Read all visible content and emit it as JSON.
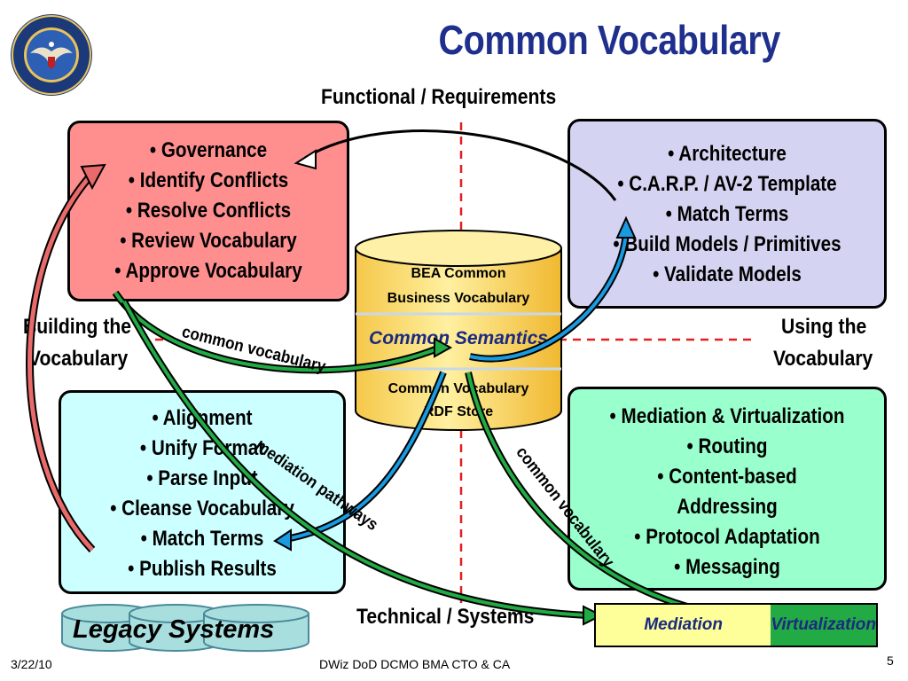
{
  "slide": {
    "title": "Common Vocabulary",
    "seal_alt": "Department of Defense seal",
    "axis": {
      "top": "Functional / Requirements",
      "bottom": "Technical / Systems",
      "left_line1": "Building the",
      "left_line2": "Vocabulary",
      "right_line1": "Using the",
      "right_line2": "Vocabulary"
    },
    "top_left": [
      "Governance",
      "Identify Conflicts",
      "Resolve Conflicts",
      "Review Vocabulary",
      "Approve Vocabulary"
    ],
    "top_right": [
      "Architecture",
      "C.A.R.P. / AV-2 Template",
      "Match Terms",
      "Build Models / Primitives",
      "Validate Models"
    ],
    "bottom_left": [
      "Alignment",
      "Unify Format",
      "Parse Input",
      "Cleanse Vocabulary",
      "Match Terms",
      "Publish Results"
    ],
    "bottom_right": [
      "Mediation & Virtualization",
      "Routing",
      "Content-based",
      "Addressing",
      "Protocol Adaptation",
      "Messaging"
    ],
    "center": {
      "line1": "BEA Common",
      "line2": "Business Vocabulary",
      "middle": "Common Semantics",
      "line3": "Common Vocabulary",
      "line4": "RDF Store"
    },
    "arrow_labels": {
      "left_common": "common vocabulary",
      "mediation": "mediation pathways",
      "right_common": "common vocabulary"
    },
    "legacy": "Legacy Systems",
    "bar": {
      "left": "Mediation",
      "right": "Virtualization"
    },
    "footer": {
      "date": "3/22/10",
      "center": "DWiz DoD DCMO BMA CTO & CA",
      "page": "5"
    },
    "colors": {
      "title": "#1f2f8c",
      "top_left_fill": "#ff8f8f",
      "top_right_fill": "#d4d4f2",
      "bottom_left_fill": "#ccffff",
      "bottom_right_fill": "#99ffcc",
      "cylinder_fill": "#ffe57a",
      "axis_dash": "#e02020",
      "bar_left": "#ffff99",
      "bar_right": "#22aa44"
    }
  }
}
